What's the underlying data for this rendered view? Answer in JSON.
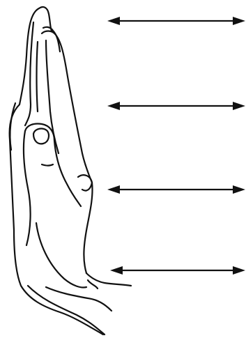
{
  "figure": {
    "subject": "hand-side-view",
    "arrow_count": 4,
    "arrow_style": "double-headed",
    "line_color": "#111111",
    "background_color": "#ffffff"
  }
}
